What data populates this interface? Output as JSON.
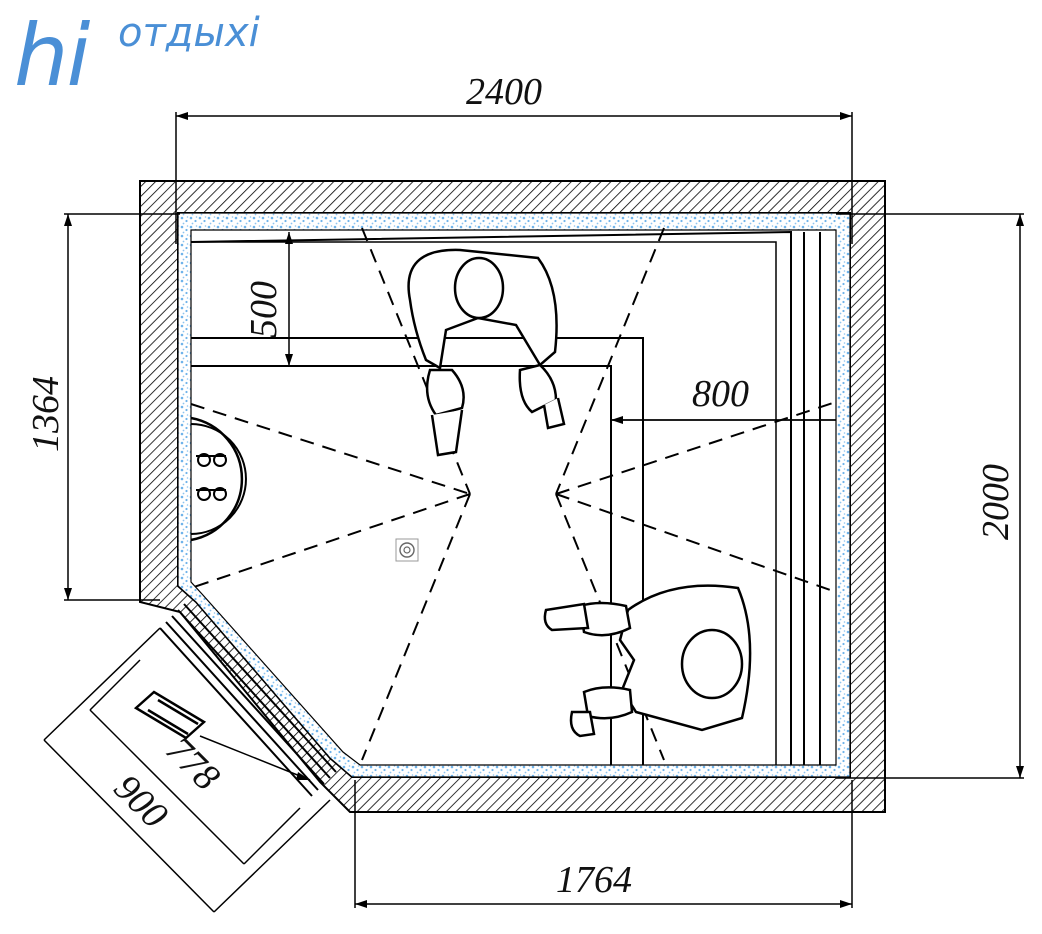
{
  "logo": {
    "main": "hi",
    "sub": "отдыхi"
  },
  "dimensions": {
    "top_width": "2400",
    "bottom_width": "1764",
    "right_height": "2000",
    "left_height": "1364",
    "bench_upper_depth": "500",
    "bench_right_depth": "800",
    "door_outer": "900",
    "door_inner": "778"
  },
  "colors": {
    "insulation": "#6fb3ea",
    "wall_hatch": "#000000",
    "logo": "#4a8fd6"
  },
  "icons": [
    "sink-icon",
    "faucet-icon",
    "floor-drain-icon",
    "door-handle-icon",
    "person-icon"
  ]
}
